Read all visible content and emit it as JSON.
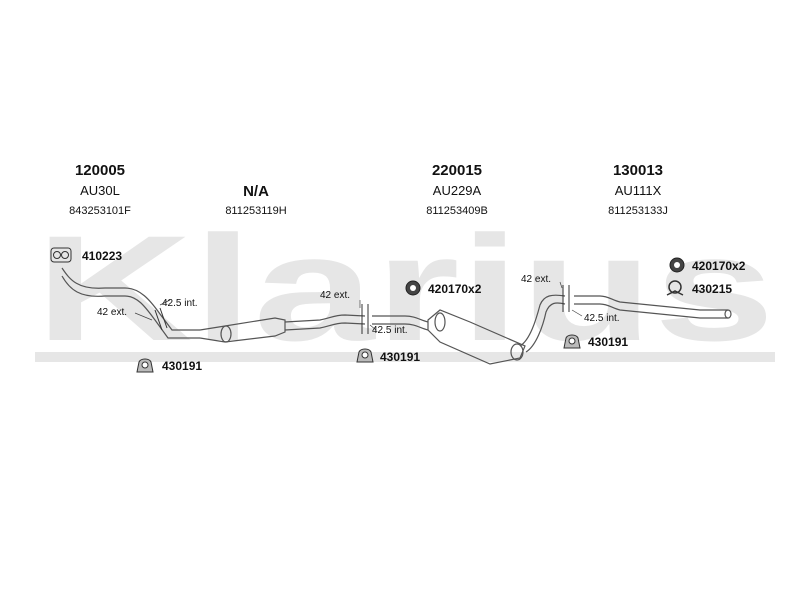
{
  "watermark": "Klarius",
  "columns": [
    {
      "part_no": "120005",
      "model": "AU30L",
      "oem": "843253101F"
    },
    {
      "part_no": "N/A",
      "model": "",
      "oem": "811253119H"
    },
    {
      "part_no": "220015",
      "model": "AU229A",
      "oem": "811253409B"
    },
    {
      "part_no": "130013",
      "model": "AU111X",
      "oem": "811253133J"
    }
  ],
  "callouts": {
    "gasket": "410223",
    "mount_left": "430191",
    "mount_mid": "430191",
    "mount_right": "430191",
    "clamp_mid": "420170x2",
    "clamp_right": "420170x2",
    "hanger": "430215"
  },
  "dims": {
    "d1": "42 ext.",
    "d2": "42.5 int.",
    "d3": "42 ext.",
    "d4": "42.5 int.",
    "d5": "42 ext.",
    "d6": "42.5 int."
  },
  "colors": {
    "watermark": "#e4e4e4",
    "pipe": "#555555",
    "text": "#111111"
  }
}
